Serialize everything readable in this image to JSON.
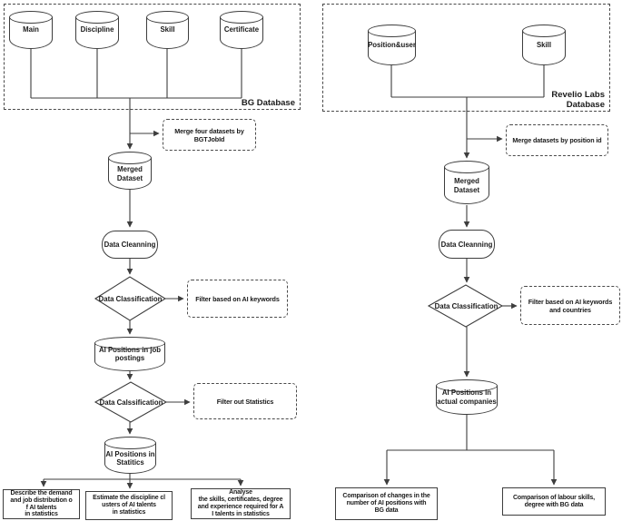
{
  "canvas": {
    "background_color": "#ffffff",
    "line_color": "#3d3d3d",
    "text_color": "#1a1a1a"
  },
  "left": {
    "db_label": "BG Database",
    "db_cylinders": [
      "Main",
      "Discipline",
      "Skill",
      "Certificate"
    ],
    "merge_note": "Merge four datasets by\nBGTJobId",
    "merged_dataset": "Merged\nDataset",
    "data_cleaning": "Data Cleanning",
    "classification_1": "Data Classification",
    "filter_note_1": "Filter based on AI keywords",
    "positions_postings": "AI Positions in job\npostings",
    "classification_2": "Data Calssification",
    "filter_note_2": "Filter out Statistics",
    "positions_statistics": "AI Positions in\nStatitics",
    "outcome_1": "Describe the demand\nand job distribution o\nf AI talents\nin statistics",
    "outcome_2": "Estimate the discipline cl\nusters of AI talents\nin statistics",
    "outcome_3": "Analyse\nthe skills, certificates, degree\nand experience required for A\nI talents in statistics"
  },
  "right": {
    "db_label": "Revelio Labs\nDatabase",
    "db_cylinders": [
      "Position&user",
      "Skill"
    ],
    "merge_note": "Merge datasets by position id",
    "merged_dataset": "Merged\nDataset",
    "data_cleaning": "Data Cleanning",
    "classification": "Data Classification",
    "filter_note": "Filter based on AI keywords\nand countries",
    "positions_companies": "AI Positions in\nactual companies",
    "outcome_1": "Comparison of changes in the\nnumber of AI positions with\nBG data",
    "outcome_2": "Comparison of labour skills,\ndegree with BG data"
  }
}
